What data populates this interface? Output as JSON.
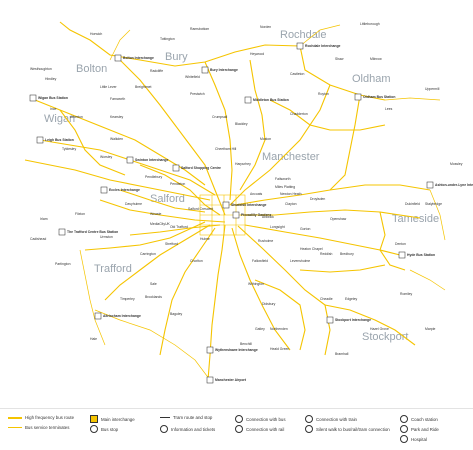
{
  "map": {
    "regions": [
      {
        "id": "bolton",
        "label": "Bolton"
      },
      {
        "id": "bury",
        "label": "Bury"
      },
      {
        "id": "rochdale",
        "label": "Rochdale"
      },
      {
        "id": "oldham",
        "label": "Oldham"
      },
      {
        "id": "wigan",
        "label": "Wigan"
      },
      {
        "id": "salford",
        "label": "Salford"
      },
      {
        "id": "manchester",
        "label": "Manchester"
      },
      {
        "id": "tameside",
        "label": "Tameside"
      },
      {
        "id": "trafford",
        "label": "Trafford"
      },
      {
        "id": "stockport",
        "label": "Stockport"
      }
    ],
    "interchanges": [
      {
        "id": "bolton-interchange",
        "label": "Bolton Interchange"
      },
      {
        "id": "bury-interchange",
        "label": "Bury Interchange"
      },
      {
        "id": "rochdale-interchange",
        "label": "Rochdale Interchange"
      },
      {
        "id": "oldham-bus-station",
        "label": "Oldham Bus Station"
      },
      {
        "id": "wigan-bus-station",
        "label": "Wigan Bus Station"
      },
      {
        "id": "leigh-bus-station",
        "label": "Leigh Bus Station"
      },
      {
        "id": "middleton-bus-station",
        "label": "Middleton Bus Station"
      },
      {
        "id": "salford-shopping-centre",
        "label": "Salford Shopping Centre"
      },
      {
        "id": "swinton-interchange",
        "label": "Swinton Interchange"
      },
      {
        "id": "eccles-interchange",
        "label": "Eccles Interchange"
      },
      {
        "id": "shudehill-interchange",
        "label": "Shudehill Interchange"
      },
      {
        "id": "piccadilly-gardens",
        "label": "Piccadilly Gardens"
      },
      {
        "id": "ashton-interchange",
        "label": "Ashton-under-Lyne Interchange"
      },
      {
        "id": "hyde-bus-station",
        "label": "Hyde Bus Station"
      },
      {
        "id": "trafford-centre",
        "label": "The Trafford Centre Bus Station"
      },
      {
        "id": "altrincham-interchange",
        "label": "Altrincham Interchange"
      },
      {
        "id": "stockport-interchange",
        "label": "Stockport Interchange"
      },
      {
        "id": "wythenshawe-interchange",
        "label": "Wythenshawe Interchange"
      },
      {
        "id": "manchester-airport",
        "label": "Manchester Airport"
      }
    ],
    "stops": [
      {
        "id": "prestwich",
        "label": "Prestwich"
      },
      {
        "id": "whitefield",
        "label": "Whitefield"
      },
      {
        "id": "heywood",
        "label": "Heywood"
      },
      {
        "id": "radcliffe",
        "label": "Radcliffe"
      },
      {
        "id": "farnworth",
        "label": "Farnworth"
      },
      {
        "id": "westhoughton",
        "label": "Westhoughton"
      },
      {
        "id": "atherton",
        "label": "Atherton"
      },
      {
        "id": "tyldesley",
        "label": "Tyldesley"
      },
      {
        "id": "walkden",
        "label": "Walkden"
      },
      {
        "id": "worsley",
        "label": "Worsley"
      },
      {
        "id": "pendleton",
        "label": "Pendleton"
      },
      {
        "id": "cheetham-hill",
        "label": "Cheetham Hill"
      },
      {
        "id": "harpurhey",
        "label": "Harpurhey"
      },
      {
        "id": "failsworth",
        "label": "Failsworth"
      },
      {
        "id": "chadderton",
        "label": "Chadderton"
      },
      {
        "id": "royton",
        "label": "Royton"
      },
      {
        "id": "shaw",
        "label": "Shaw"
      },
      {
        "id": "denton",
        "label": "Denton"
      },
      {
        "id": "gorton",
        "label": "Gorton"
      },
      {
        "id": "levenshulme",
        "label": "Levenshulme"
      },
      {
        "id": "didsbury",
        "label": "Didsbury"
      },
      {
        "id": "withington",
        "label": "Withington"
      },
      {
        "id": "fallowfield",
        "label": "Fallowfield"
      },
      {
        "id": "chorlton",
        "label": "Chorlton"
      },
      {
        "id": "stretford",
        "label": "Stretford"
      },
      {
        "id": "sale",
        "label": "Sale"
      },
      {
        "id": "urmston",
        "label": "Urmston"
      },
      {
        "id": "partington",
        "label": "Partington"
      },
      {
        "id": "cheadle",
        "label": "Cheadle"
      },
      {
        "id": "bramhall",
        "label": "Bramhall"
      },
      {
        "id": "hazel-grove",
        "label": "Hazel Grove"
      },
      {
        "id": "marple",
        "label": "Marple"
      },
      {
        "id": "romiley",
        "label": "Romiley"
      },
      {
        "id": "stalybridge",
        "label": "Stalybridge"
      },
      {
        "id": "mossley",
        "label": "Mossley"
      },
      {
        "id": "dukinfield",
        "label": "Dukinfield"
      },
      {
        "id": "droylsden",
        "label": "Droylsden"
      },
      {
        "id": "openshaw",
        "label": "Openshaw"
      },
      {
        "id": "longsight",
        "label": "Longsight"
      },
      {
        "id": "rusholme",
        "label": "Rusholme"
      },
      {
        "id": "hulme",
        "label": "Hulme"
      },
      {
        "id": "old-trafford",
        "label": "Old Trafford"
      },
      {
        "id": "timperley",
        "label": "Timperley"
      },
      {
        "id": "hale",
        "label": "Hale"
      },
      {
        "id": "northenden",
        "label": "Northenden"
      },
      {
        "id": "benchill",
        "label": "Benchill"
      },
      {
        "id": "irlam",
        "label": "Irlam"
      },
      {
        "id": "cadishead",
        "label": "Cadishead"
      },
      {
        "id": "ince",
        "label": "Ince"
      },
      {
        "id": "hindley",
        "label": "Hindley"
      },
      {
        "id": "horwich",
        "label": "Horwich"
      },
      {
        "id": "littleborough",
        "label": "Littleborough"
      },
      {
        "id": "milnrow",
        "label": "Milnrow"
      },
      {
        "id": "newton-heath",
        "label": "Newton Heath"
      },
      {
        "id": "ancoats",
        "label": "Ancoats"
      },
      {
        "id": "ardwick",
        "label": "Ardwick"
      },
      {
        "id": "salford-crescent",
        "label": "Salford Crescent"
      },
      {
        "id": "weaste",
        "label": "Weaste"
      },
      {
        "id": "pendlebury",
        "label": "Pendlebury"
      },
      {
        "id": "kearsley",
        "label": "Kearsley"
      },
      {
        "id": "little-lever",
        "label": "Little Lever"
      },
      {
        "id": "breightmet",
        "label": "Breightmet"
      },
      {
        "id": "tottington",
        "label": "Tottington"
      },
      {
        "id": "ramsbottom",
        "label": "Ramsbottom"
      },
      {
        "id": "norden",
        "label": "Norden"
      },
      {
        "id": "castleton",
        "label": "Castleton"
      },
      {
        "id": "lees",
        "label": "Lees"
      },
      {
        "id": "uppermill",
        "label": "Uppermill"
      },
      {
        "id": "bredbury",
        "label": "Bredbury"
      },
      {
        "id": "reddish",
        "label": "Reddish"
      },
      {
        "id": "heaton-chapel",
        "label": "Heaton Chapel"
      },
      {
        "id": "edgeley",
        "label": "Edgeley"
      },
      {
        "id": "heald-green",
        "label": "Heald Green"
      },
      {
        "id": "gatley",
        "label": "Gatley"
      },
      {
        "id": "baguley",
        "label": "Baguley"
      },
      {
        "id": "brooklands",
        "label": "Brooklands"
      },
      {
        "id": "flixton",
        "label": "Flixton"
      },
      {
        "id": "davyhulme",
        "label": "Davyhulme"
      },
      {
        "id": "carrington",
        "label": "Carrington"
      },
      {
        "id": "media-city",
        "label": "MediaCityUK"
      },
      {
        "id": "openshaw-2",
        "label": "Clayton"
      },
      {
        "id": "miles-platting",
        "label": "Miles Platting"
      },
      {
        "id": "moston",
        "label": "Moston"
      },
      {
        "id": "blackley",
        "label": "Blackley"
      },
      {
        "id": "crumpsall",
        "label": "Crumpsall"
      }
    ]
  },
  "legend": {
    "items": [
      {
        "id": "high-freq",
        "label": "High frequency bus route"
      },
      {
        "id": "bus-service-terminates",
        "label": "Bus service terminates"
      },
      {
        "id": "main-interchange",
        "label": "Main interchange"
      },
      {
        "id": "bus-stop",
        "label": "Bus stop"
      },
      {
        "id": "tram-route",
        "label": "Tram route and stop"
      },
      {
        "id": "info-tickets",
        "label": "Information and tickets"
      },
      {
        "id": "connection-bus",
        "label": "Connection with bus"
      },
      {
        "id": "connection-rail",
        "label": "Connection with rail"
      },
      {
        "id": "connection-train",
        "label": "Connection with train"
      },
      {
        "id": "silent-walk",
        "label": "Silent walk to bus/rail/tram connection"
      },
      {
        "id": "coach-station",
        "label": "Coach station"
      },
      {
        "id": "park-ride",
        "label": "Park and Ride"
      },
      {
        "id": "hospital",
        "label": "Hospital"
      }
    ]
  },
  "colors": {
    "route": "#f5c400",
    "region_text": "#9aa4ad",
    "background": "#ffffff"
  }
}
